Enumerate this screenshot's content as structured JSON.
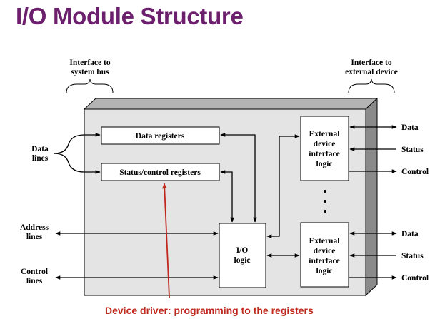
{
  "title": "I/O Module Structure",
  "labels": {
    "interface_system_bus_1": "Interface to",
    "interface_system_bus_2": "system bus",
    "interface_external_1": "Interface to",
    "interface_external_2": "external device",
    "data_lines_1": "Data",
    "data_lines_2": "lines",
    "address_lines_1": "Address",
    "address_lines_2": "lines",
    "control_lines_1": "Control",
    "control_lines_2": "lines",
    "data_registers": "Data registers",
    "status_control_registers": "Status/control registers",
    "io_logic_1": "I/O",
    "io_logic_2": "logic",
    "ext_logic_top_1": "External",
    "ext_logic_top_2": "device",
    "ext_logic_top_3": "interface",
    "ext_logic_top_4": "logic",
    "ext_logic_bottom_1": "External",
    "ext_logic_bottom_2": "device",
    "ext_logic_bottom_3": "interface",
    "ext_logic_bottom_4": "logic",
    "right_data_top": "Data",
    "right_status_top": "Status",
    "right_control_top": "Control",
    "right_data_bottom": "Data",
    "right_status_bottom": "Status",
    "right_control_bottom": "Control",
    "annotation": "Device driver: programming to the registers"
  },
  "colors": {
    "title": "#6b1f6d",
    "annotation": "#c0281e",
    "module_face": "#e4e4e4",
    "module_side": "#8a8a8a",
    "module_top": "#b4b4b4"
  }
}
